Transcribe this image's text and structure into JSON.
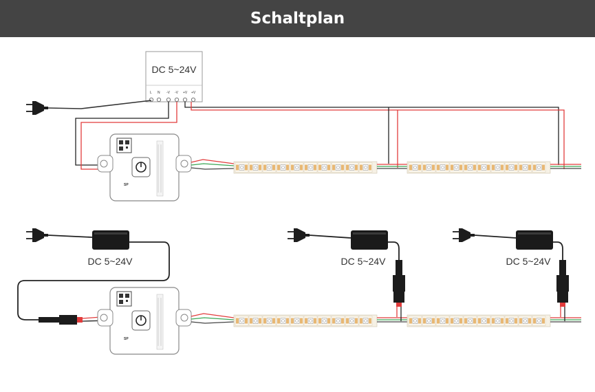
{
  "header": {
    "title": "Schaltplan"
  },
  "top_diagram": {
    "power_supply_label": "DC 5~24V",
    "terminal_labels": [
      "L",
      "N",
      "-V",
      "-V",
      "+V",
      "+V"
    ],
    "controller_brand": "SP",
    "strip_segments": 2
  },
  "bottom_diagram": {
    "adapter_labels": [
      "DC 5~24V",
      "DC 5~24V",
      "DC 5~24V"
    ],
    "controller_brand": "SP",
    "strip_segments": 2
  },
  "colors": {
    "header_bg": "#444444",
    "wire_red": "#e23b3b",
    "wire_black": "#222222",
    "wire_green": "#3aa655",
    "strip_bg": "#f4efe4",
    "led_chip": "#e8b874"
  }
}
